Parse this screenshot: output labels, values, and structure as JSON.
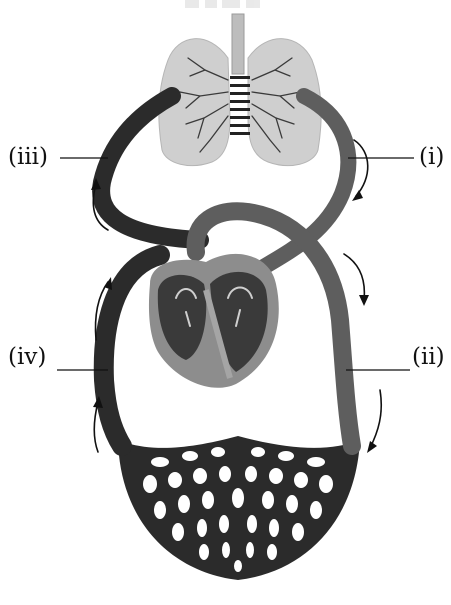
{
  "labels": {
    "i": "(i)",
    "ii": "(ii)",
    "iii": "(iii)",
    "iv": "(iv)"
  },
  "colors": {
    "dark_vessel": "#2b2b2b",
    "medium_vessel": "#5e5e5e",
    "lung_tissue": "#cfcfcf",
    "heart_outer": "#8d8d8d",
    "heart_inner": "#3a3a3a",
    "text": "#111111"
  }
}
